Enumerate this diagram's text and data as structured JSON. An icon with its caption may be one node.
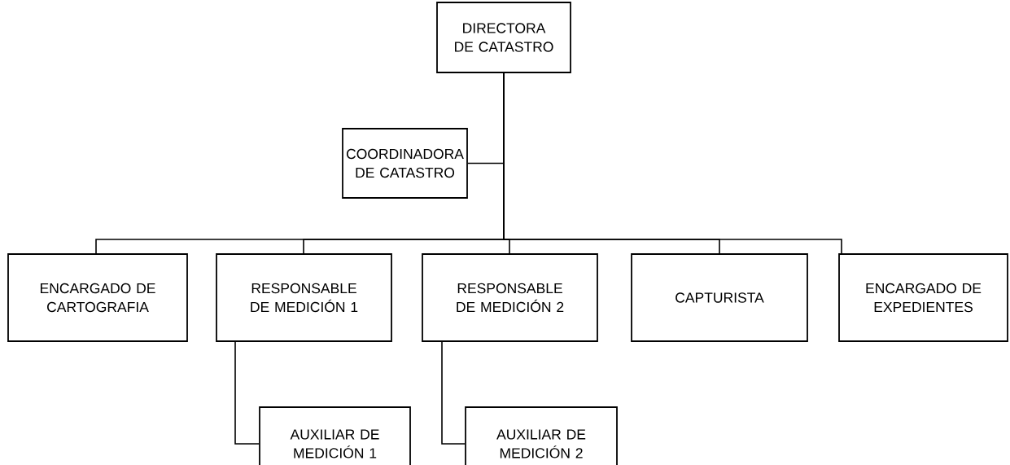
{
  "diagram": {
    "nodes": [
      {
        "text": [
          "DIRECTORA DE CATASTRO"
        ]
      },
      {
        "text": [
          "COORDINADORA DE CATASTRO"
        ]
      },
      {
        "text": [
          "ENCARGADO DE CARTOGRAFIA"
        ]
      },
      {
        "text": [
          "RESPONSABLE DE MEDICIÓN 1"
        ]
      },
      {
        "text": [
          "RESPONSABLE DE MEDICIÓN 2"
        ]
      },
      {
        "text": [
          "CAPTURISTA"
        ]
      },
      {
        "text": [
          "ENCARGADO DE EXPEDIENTES"
        ]
      },
      {
        "text": [
          "AUXILIAR DE MEDICIÓN 1"
        ]
      },
      {
        "text": [
          "AUXILIAR DE MEDICIÓN 2"
        ]
      }
    ],
    "edges": [
      {
        "from": 0,
        "to": 1,
        "arrow": "none"
      },
      {
        "from": 0,
        "to": 2,
        "arrow": "none"
      },
      {
        "from": 0,
        "to": 3,
        "arrow": "none"
      },
      {
        "from": 0,
        "to": 4,
        "arrow": "none"
      },
      {
        "from": 0,
        "to": 5,
        "arrow": "none"
      },
      {
        "from": 0,
        "to": 6,
        "arrow": "none"
      },
      {
        "from": 3,
        "to": 7,
        "arrow": "none"
      },
      {
        "from": 4,
        "to": 8,
        "arrow": "none"
      }
    ]
  }
}
